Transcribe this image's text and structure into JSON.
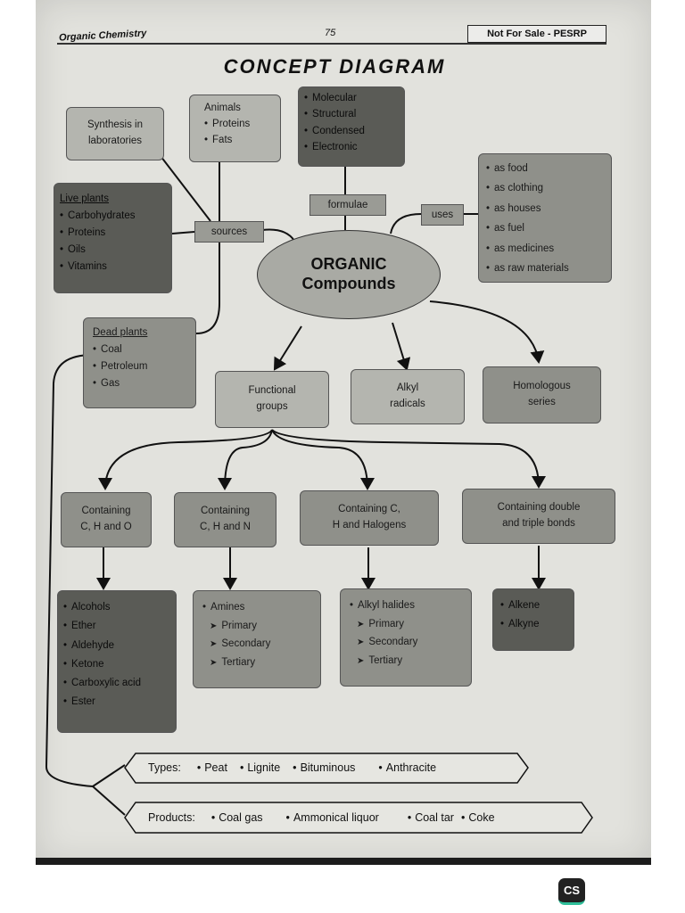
{
  "header": {
    "subject": "Organic Chemistry",
    "page_number": "75",
    "notice": "Not For Sale - PESRP"
  },
  "title": "CONCEPT DIAGRAM",
  "center": {
    "line1": "ORGANIC",
    "line2": "Compounds"
  },
  "labels": {
    "formulae": "formulae",
    "uses": "uses",
    "sources": "sources"
  },
  "synthesis": {
    "line1": "Synthesis in",
    "line2": "laboratories"
  },
  "animals": {
    "title": "Animals",
    "items": [
      "Proteins",
      "Fats"
    ]
  },
  "formulae_types": [
    "Molecular",
    "Structural",
    "Condensed",
    "Electronic"
  ],
  "uses_list": [
    "as food",
    "as clothing",
    "as houses",
    "as fuel",
    "as medicines",
    "as raw materials"
  ],
  "live_plants": {
    "title": "Live plants",
    "items": [
      "Carbohydrates",
      "Proteins",
      "Oils",
      "Vitamins"
    ]
  },
  "dead_plants": {
    "title": "Dead plants",
    "items": [
      "Coal",
      "Petroleum",
      "Gas"
    ]
  },
  "categories": {
    "functional_groups": {
      "line1": "Functional",
      "line2": "groups"
    },
    "alkyl_radicals": {
      "line1": "Alkyl",
      "line2": "radicals"
    },
    "homologous_series": {
      "line1": "Homologous",
      "line2": "series"
    }
  },
  "containing": {
    "cho": {
      "line1": "Containing",
      "line2": "C, H and O"
    },
    "chn": {
      "line1": "Containing",
      "line2": "C, H and N"
    },
    "chx": {
      "line1": "Containing C,",
      "line2": "H and Halogens"
    },
    "bonds": {
      "line1": "Containing double",
      "line2": "and triple bonds"
    }
  },
  "examples": {
    "cho": [
      "Alcohols",
      "Ether",
      "Aldehyde",
      "Ketone",
      "Carboxylic acid",
      "Ester"
    ],
    "chn": {
      "head": "Amines",
      "subs": [
        "Primary",
        "Secondary",
        "Tertiary"
      ]
    },
    "chx": {
      "head": "Alkyl halides",
      "subs": [
        "Primary",
        "Secondary",
        "Tertiary"
      ]
    },
    "bonds": [
      "Alkene",
      "Alkyne"
    ]
  },
  "coal_types": {
    "label": "Types:",
    "items": [
      "Peat",
      "Lignite",
      "Bituminous",
      "Anthracite"
    ]
  },
  "coal_products": {
    "label": "Products:",
    "items": [
      "Coal gas",
      "Ammonical liquor",
      "Coal tar",
      "Coke"
    ]
  },
  "watermark": "CS"
}
